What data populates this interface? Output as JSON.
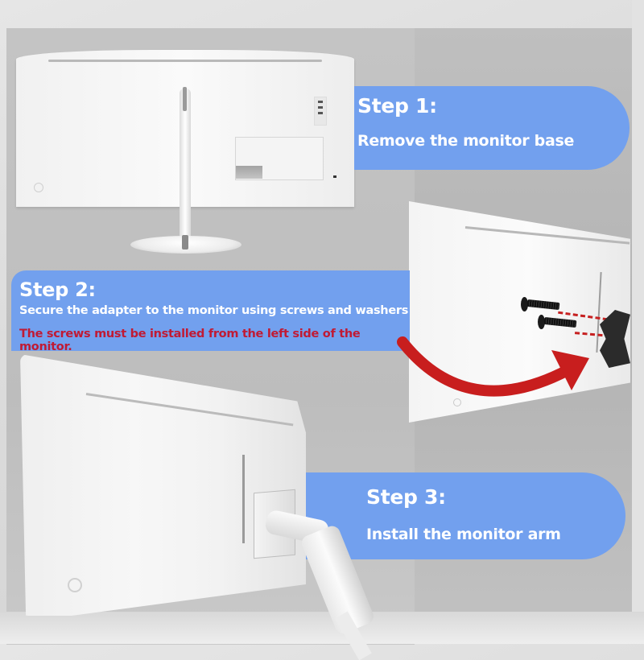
{
  "graphic": {
    "type": "monitor-arm installation instructions",
    "accent_color": "#72a0ee",
    "warning_color": "#c01a34",
    "arrow_color": "#c81e1e"
  },
  "steps": [
    {
      "title": "Step 1:",
      "description": "Remove the monitor base",
      "illustration": "monitor-back-with-stand"
    },
    {
      "title": "Step 2:",
      "description": "Secure the adapter to the monitor using screws and washers",
      "warning": "The screws must be installed from the left side of the monitor.",
      "illustration": "monitor-back-with-screws-and-vesa-adapter"
    },
    {
      "title": "Step 3:",
      "description": "Install the monitor arm",
      "illustration": "monitor-mounted-on-arm"
    }
  ]
}
